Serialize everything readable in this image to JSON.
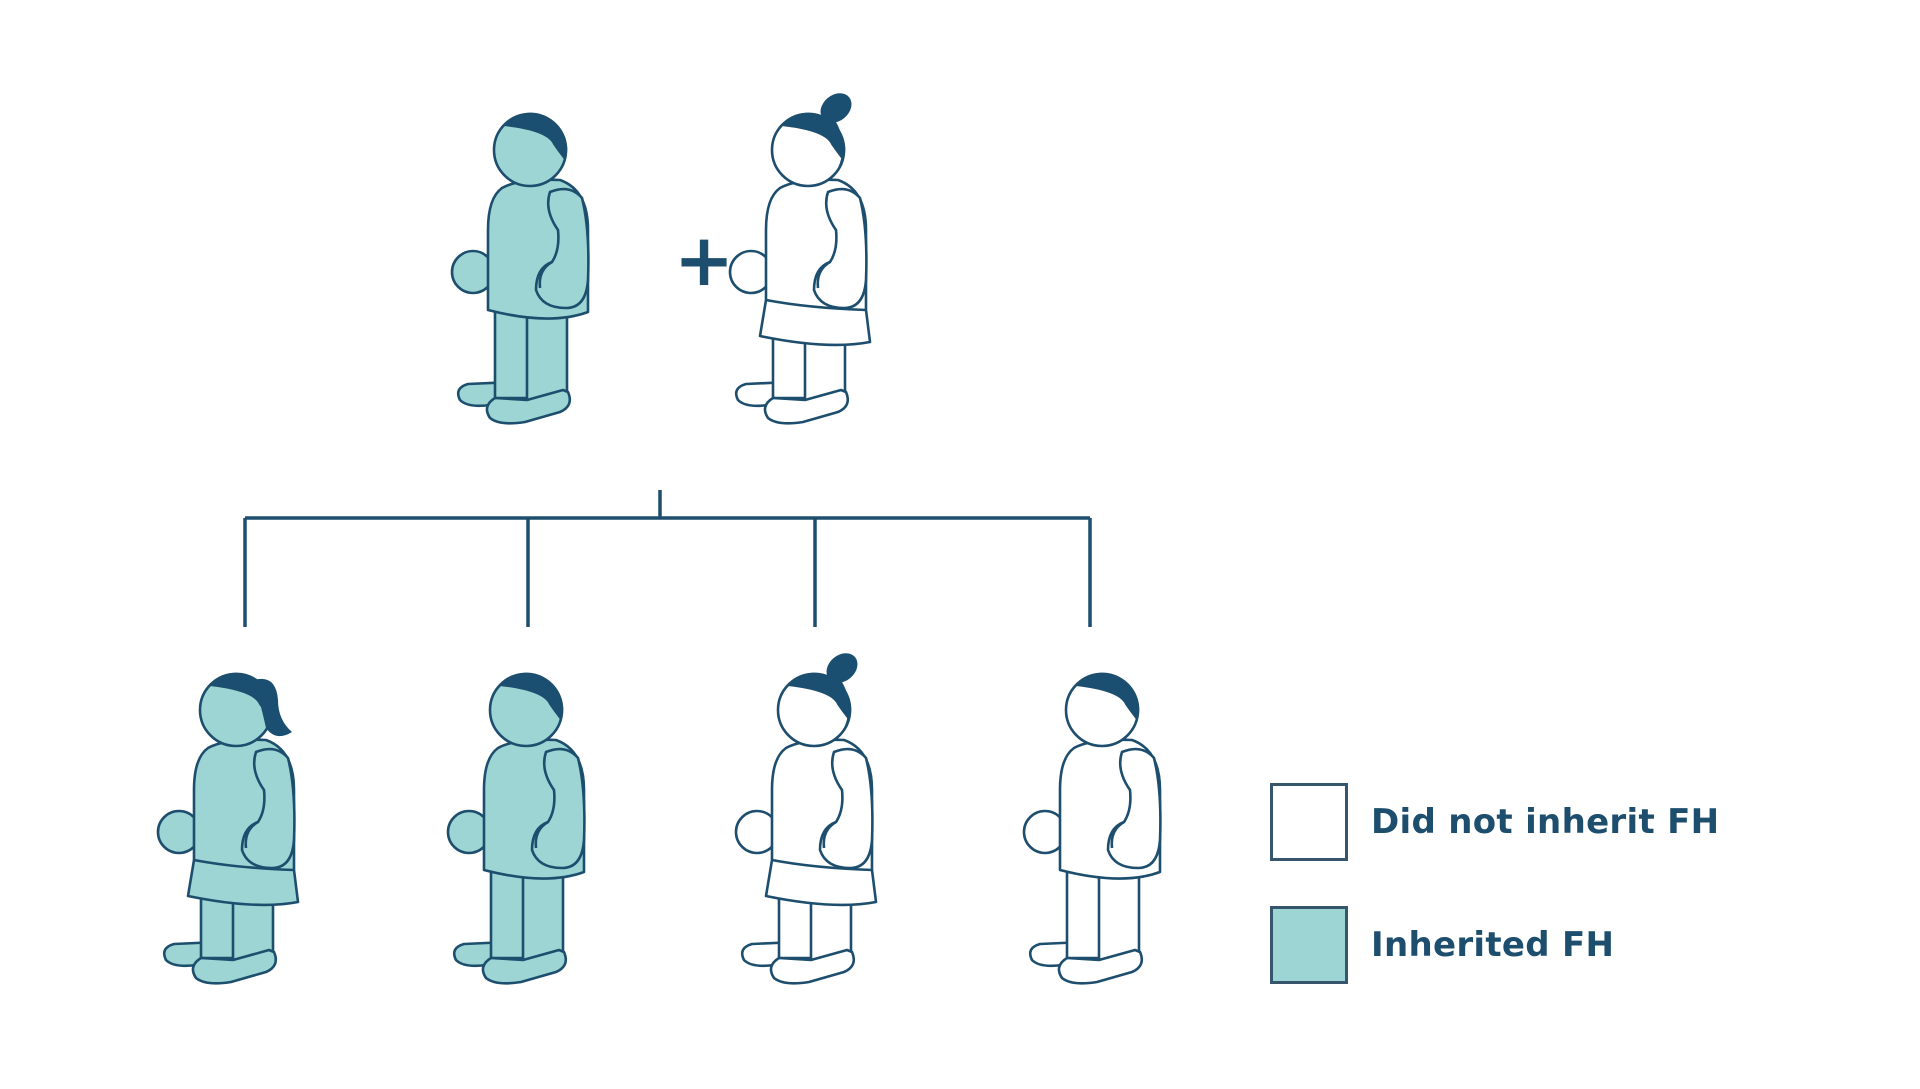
{
  "colors": {
    "inherited": "#9dd5d5",
    "not_inherited": "#ffffff",
    "outline": "#1d4e6e",
    "hair": "#1a4f72"
  },
  "parents": [
    {
      "role": "father",
      "gender": "male",
      "inherited": true
    },
    {
      "role": "mother",
      "gender": "female-bun",
      "inherited": false
    }
  ],
  "plus_symbol": "+",
  "children": [
    {
      "role": "daughter",
      "gender": "female-ponytail",
      "inherited": true
    },
    {
      "role": "son",
      "gender": "male",
      "inherited": true
    },
    {
      "role": "daughter",
      "gender": "female-bun",
      "inherited": false
    },
    {
      "role": "son",
      "gender": "male",
      "inherited": false
    }
  ],
  "legend": {
    "items": [
      {
        "label": "Did not inherit FH",
        "inherited": false
      },
      {
        "label": "Inherited FH",
        "inherited": true
      }
    ]
  }
}
